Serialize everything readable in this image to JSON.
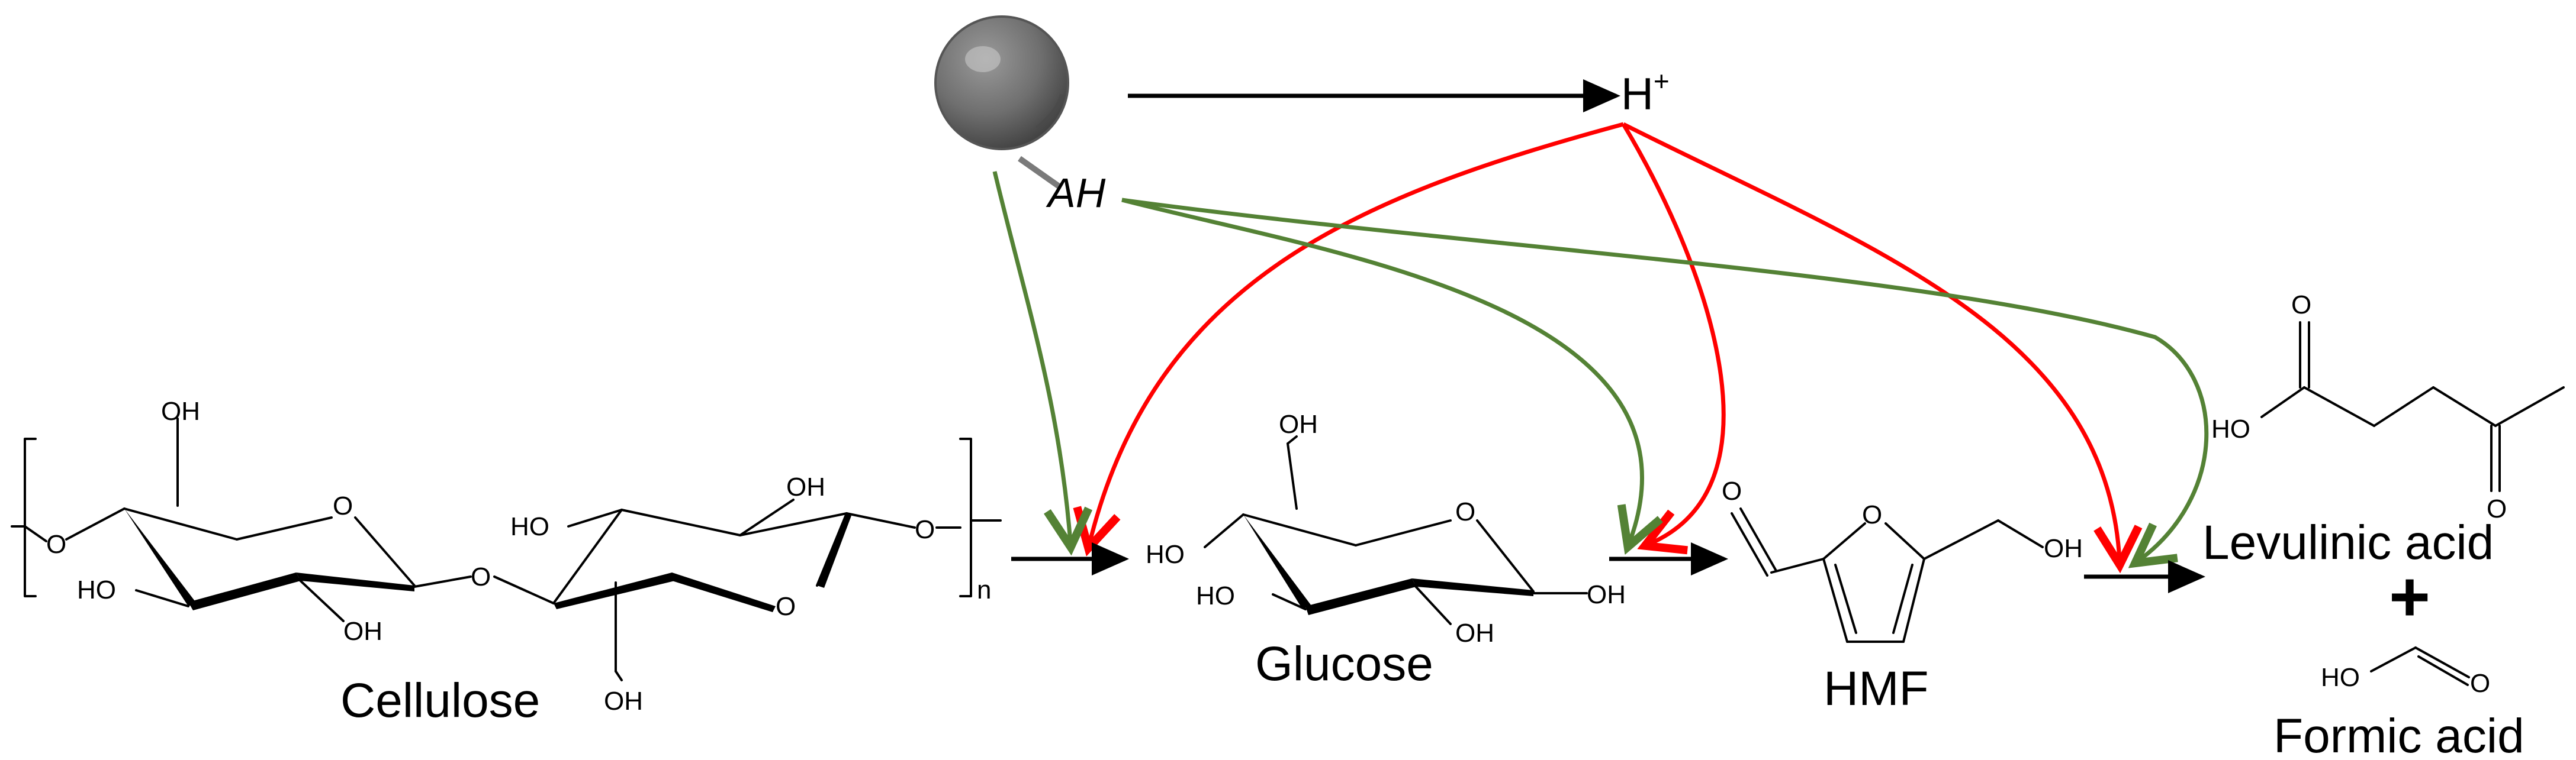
{
  "compounds": {
    "cellulose": "Cellulose",
    "glucose": "Glucose",
    "hmf": "HMF",
    "levulinic": "Levulinic acid",
    "plus": "+",
    "formic": "Formic acid"
  },
  "catalyst": {
    "acid_group": "AH",
    "proton": "H",
    "proton_charge": "+"
  },
  "atoms": {
    "oh": "OH",
    "ho": "HO",
    "o": "O",
    "n": "n"
  },
  "colors": {
    "red_path": "#ff0000",
    "green_path": "#548235",
    "sphere": "#6f6f6f"
  }
}
